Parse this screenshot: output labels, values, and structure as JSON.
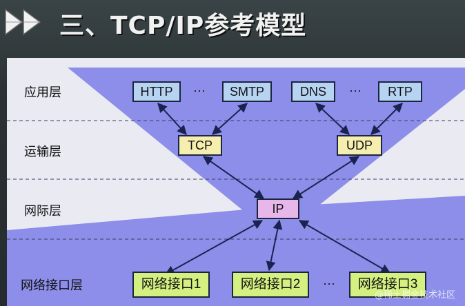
{
  "title": "三、TCP/IP参考模型",
  "layers": {
    "application": "应用层",
    "transport": "运输层",
    "internet": "网际层",
    "network_interface": "网络接口层"
  },
  "application_protocols": [
    "HTTP",
    "SMTP",
    "DNS",
    "RTP"
  ],
  "transport_protocols": [
    "TCP",
    "UDP"
  ],
  "internet_protocol": "IP",
  "network_interfaces": [
    "网络接口1",
    "网络接口2",
    "网络接口3"
  ],
  "ellipsis": "···",
  "watermark": "@稀土掘金技术社区",
  "colors": {
    "hourglass": "#8c8ee9",
    "panel": "#e9eaf2",
    "application_box": "#b6d4f2",
    "transport_box": "#f5eeae",
    "internet_box": "#e7b7ea",
    "interface_box": "#d4f080"
  },
  "icons": [
    "double-play-icon"
  ]
}
